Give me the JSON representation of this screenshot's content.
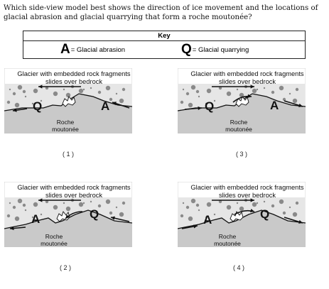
{
  "question": "Which side-view model best shows the direction of ice movement and the locations of glacial abrasion and glacial quarrying that form a roche moutonée?",
  "key": {
    "title": "Key",
    "abrasion_letter": "A",
    "abrasion_label": "= Glacial abrasion",
    "quarrying_letter": "Q",
    "quarrying_label": "= Glacial quarrying"
  },
  "panels": [
    {
      "caption": "( 1 )",
      "title": "Glacier with embedded rock fragments slides over bedrock",
      "left_letter": "Q",
      "right_letter": "A",
      "rock_label": "Roche moutonée",
      "ice_direction": "left"
    },
    {
      "caption": "( 3 )",
      "title": "Glacier with embedded rock fragments slides over bedrock",
      "left_letter": "Q",
      "right_letter": "A",
      "rock_label": "Roche moutonée",
      "ice_direction": "right"
    },
    {
      "caption": "( 2 )",
      "title": "Glacier with embedded rock fragments slides over bedrock",
      "left_letter": "A",
      "right_letter": "Q",
      "rock_label": "Roche moutonée",
      "ice_direction": "left"
    },
    {
      "caption": "( 4 )",
      "title": "Glacier with embedded rock fragments slides over bedrock",
      "left_letter": "A",
      "right_letter": "Q",
      "rock_label": "Roche moutonée",
      "ice_direction": "right"
    }
  ],
  "colors": {
    "bedrock": "#c9c9c9",
    "ice": "#e6e6e6",
    "ink": "#111111"
  }
}
